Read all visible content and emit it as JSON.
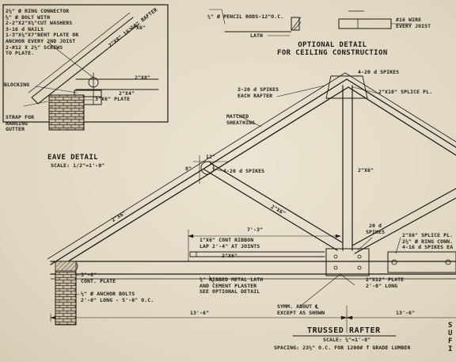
{
  "colors": {
    "paper": "#e4dcc8",
    "ink": "#1e1a16",
    "hatch": "#5a4b3e"
  },
  "eave_detail": {
    "notes": "2½\" Ø RING CONNECTOR\n⅝\" Ø BOLT WITH\n2-2\"X2\"X⅛\"CUT WASHERS\n3-16 d NAILS\n1-3\"X⅛\"X7\"BENT PLATE OR\nANCHOR EVERY 2ND JOIST\n2-#12 X 2½\" SCREWS\nTO PLATE.",
    "rafter_label": "2\"X8\" 16'-0\" RAFTER",
    "rafter_top": "2\"X6\"",
    "ceiling_joist": "2\"X8\"",
    "plate_small": "2\"X4\"",
    "plate": "3\"X6\" PLATE",
    "blocking": "BLOCKING",
    "strap": "STRAP FOR\nHANGING\nGUTTER",
    "title": "EAVE DETAIL",
    "scale": "SCALE: 1/2\"=1'-0\""
  },
  "ceiling_detail": {
    "pencil_rods": "¼\" Ø PENCIL RODS-12\"O.C.",
    "lath": "LATH",
    "wire": "#16 WIRE\nEVERY JOIST",
    "title": "OPTIONAL DETAIL\nFOR CEILING CONSTRUCTION"
  },
  "truss": {
    "apex_spikes": "4-20 d SPIKES",
    "rafter_spikes": "3-20 d SPIKES\nEACH RAFTER",
    "splice_pl": "2\"X10\" SPLICE PL.",
    "sheathing": "MATCHED\nSHEATHING",
    "dim_12": "12\"",
    "dim_8": "8\"",
    "web_spikes": "4-20 d SPIKES",
    "post": "2\"X6\"",
    "web_diag": "2\"X6\"",
    "rafter": "2\"X6\"",
    "dim_7_3": "7'-3\"",
    "ribbon": "1\"X6\" CONT RIBBON\nLAP 2'-4\" AT JOINTS",
    "tie_2x6": "2\"X6\"",
    "spikes_20d": "20 d\nSPIKES",
    "splice_right": "2\"X6\" SPLICE PL.\n2½\" Ø RING CONN.\n4-16 d SPIKES EA",
    "cont_plate": "3\"-6\"\nCONT. PLATE",
    "lath_note": "⅜\" RIBBED METAL LATH\nAND CEMENT PLASTER\nSEE OPTIONAL DETAIL",
    "plate_note": "2\"X12\" PLATE\n2'-0\" LONG",
    "anchor": "½\" Ø ANCHOR BOLTS\n2'-0\" LONG - 5'-0\" O.C.",
    "symm": "SYMM. ABOUT ℄\nEXCEPT AS SHOWN",
    "dim_left": "13'-6\"",
    "dim_right": "13'-6\"",
    "title": "TRUSSED RAFTER",
    "scale": "SCALE: ⅜\"=1'-0\"",
    "spacing": "SPACING: 23½\" O.C. FOR 1200# f GRADE LUMBER"
  },
  "edge": {
    "chars": "S\nU\nF\nI"
  }
}
